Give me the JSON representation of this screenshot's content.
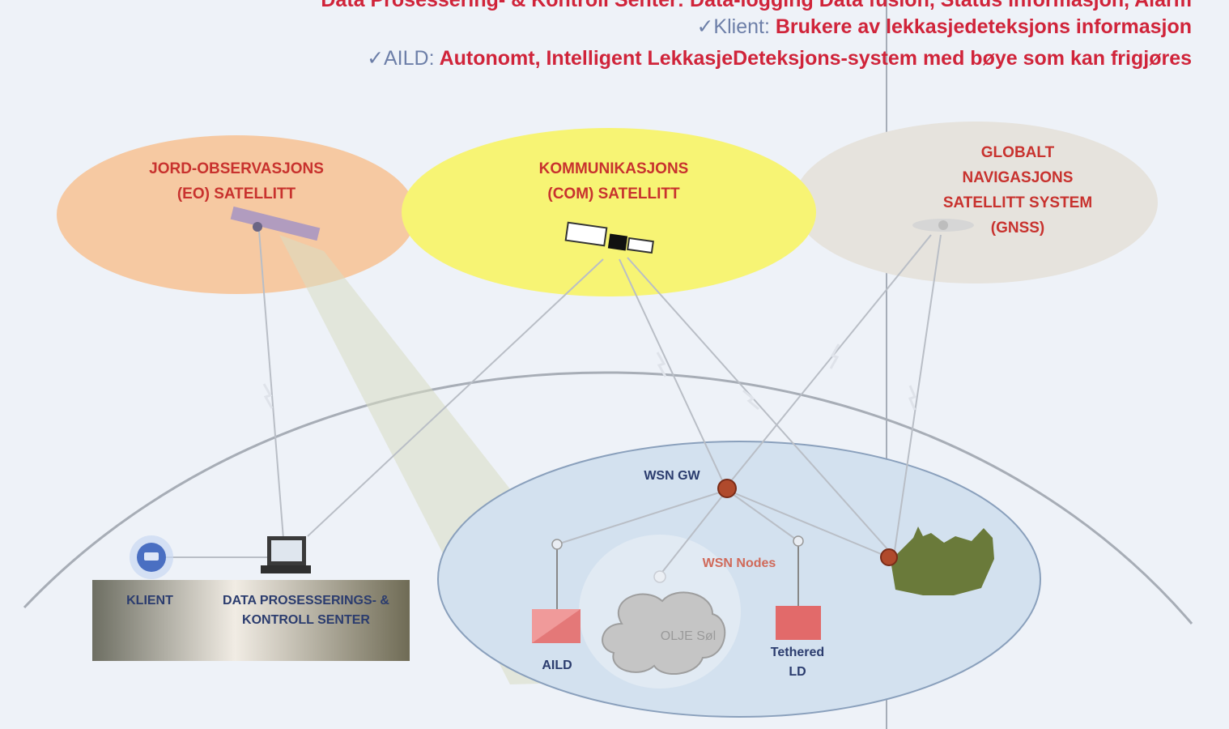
{
  "header": {
    "line0": "Data Prosessering- & Kontroll Senter: Data-logging Data fusion, Status informasjon, Alarm",
    "line1_key": "✓Klient:",
    "line1_val": "Brukere av lekkasjedeteksjons informasjon",
    "line2_key": "✓AILD:",
    "line2_val": "Autonomt, Intelligent LekkasjeDeteksjons-system med  bøye som kan frigjøres"
  },
  "satellites": {
    "eo": [
      "JORD-OBSERVASJONS",
      "(EO) SATELLITT"
    ],
    "com": [
      "KOMMUNIKASJONS",
      "(COM) SATELLITT"
    ],
    "gnss": [
      "GLOBALT",
      "NAVIGASJONS",
      "SATELLITT SYSTEM",
      "(GNSS)"
    ]
  },
  "ground": {
    "client": "KLIENT",
    "center": [
      "DATA PROSESSERINGS- &",
      "KONTROLL SENTER"
    ]
  },
  "sea": {
    "gw": "WSN GW",
    "nodes": "WSN Nodes",
    "aild": "AILD",
    "oil": "OLJE Søl",
    "tethered": [
      "Tethered",
      "LD"
    ]
  },
  "colors": {
    "eo_fill": "#f6c9a2",
    "com_fill": "#f7f474",
    "gnss_fill": "#e6e3dd",
    "label_red": "#c8322e",
    "label_navy": "#2b3c6e",
    "ship": "#6a7a3a"
  }
}
